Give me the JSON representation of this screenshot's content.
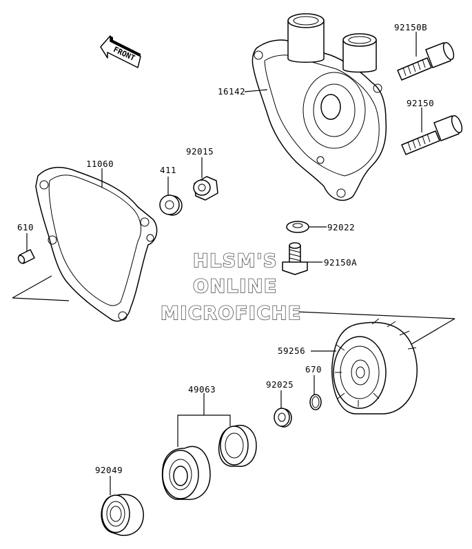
{
  "direction_marker": {
    "label": "FRONT"
  },
  "parts": {
    "p92150B": "92150B",
    "p16142": "16142",
    "p92150": "92150",
    "p11060": "11060",
    "p411": "411",
    "p92015": "92015",
    "p610": "610",
    "p92022": "92022",
    "p92150A": "92150A",
    "p59256": "59256",
    "p670": "670",
    "p92025": "92025",
    "p49063": "49063",
    "p92049": "92049"
  },
  "watermark": {
    "line1": "HLSM'S",
    "line2": "ONLINE",
    "line3": "MICROFICHE"
  },
  "colors": {
    "line": "#000000",
    "background": "#ffffff",
    "watermark_outline": "#555555"
  }
}
